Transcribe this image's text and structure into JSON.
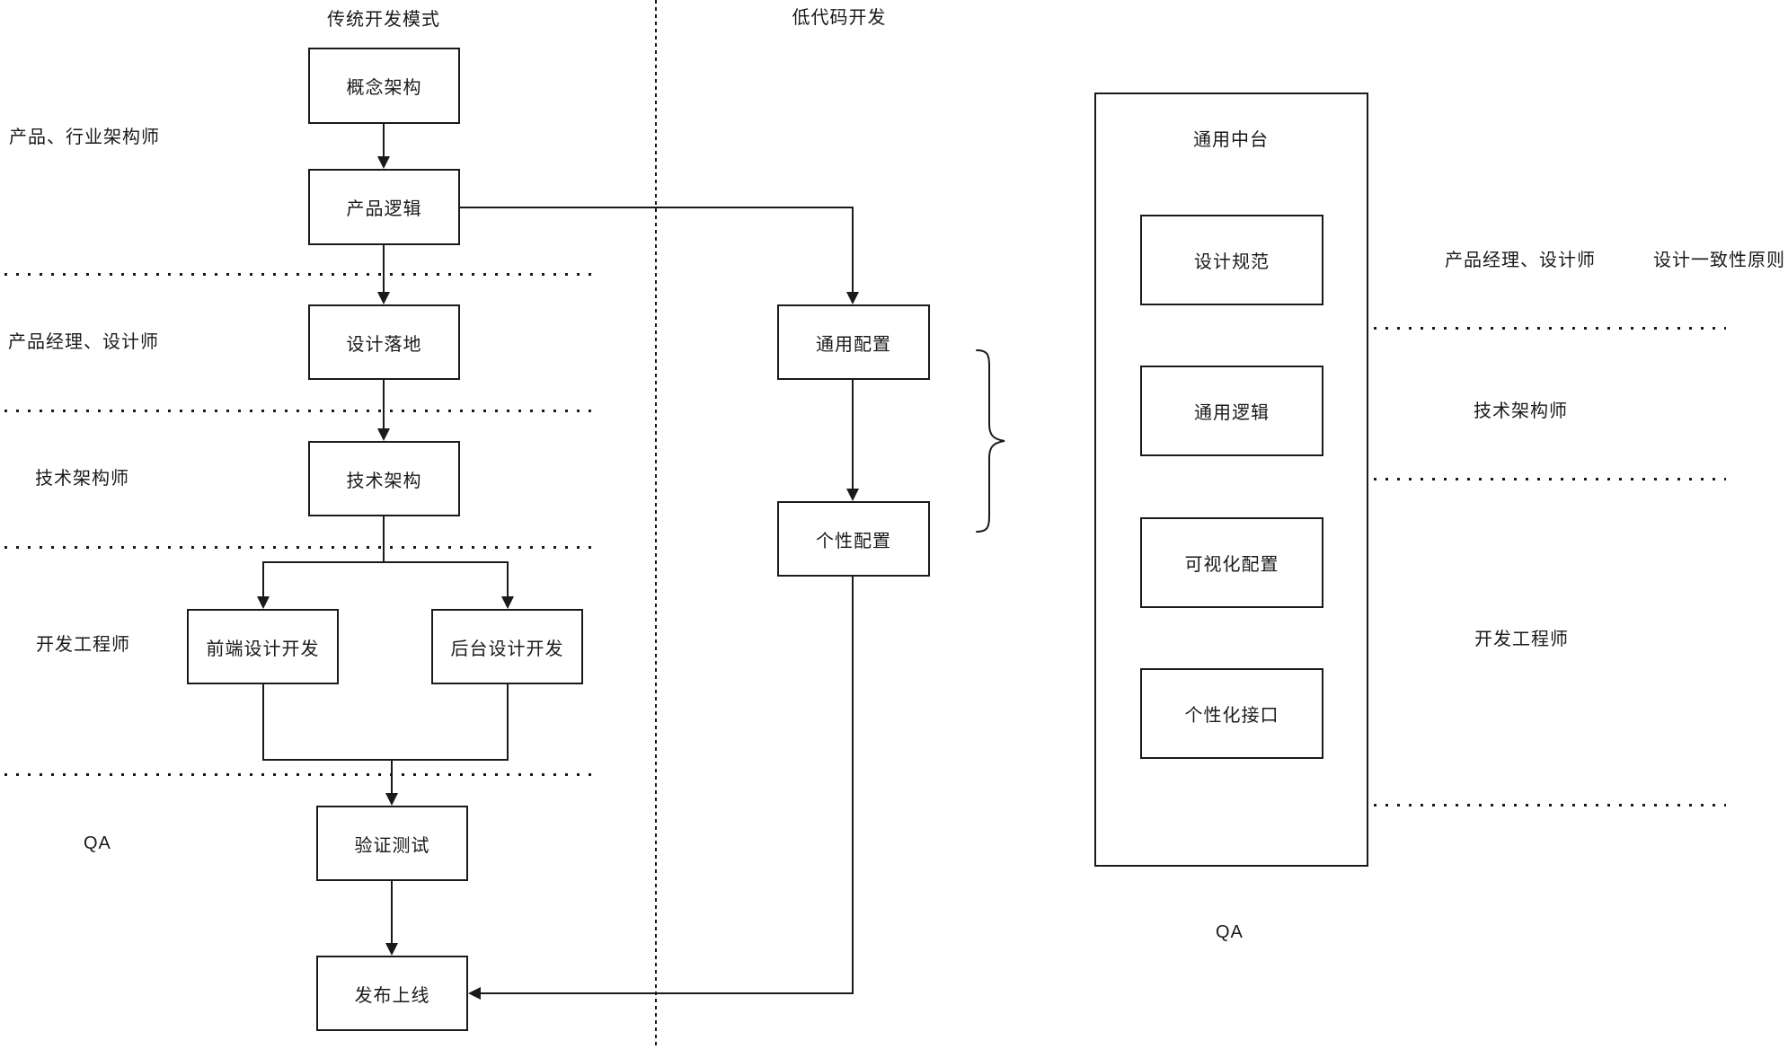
{
  "diagram": {
    "colors": {
      "line": "#1a1a1a",
      "background": "#ffffff",
      "box_fill": "#ffffff"
    },
    "left_column": {
      "title": "传统开发模式",
      "boxes": [
        "概念架构",
        "产品逻辑",
        "设计落地",
        "技术架构",
        "前端设计开发",
        "后台设计开发",
        "验证测试",
        "发布上线"
      ],
      "lane_labels": [
        "产品、行业架构师",
        "产品经理、设计师",
        "技术架构师",
        "开发工程师",
        "QA"
      ]
    },
    "middle_column": {
      "title": "低代码开发",
      "boxes": [
        "通用配置",
        "个性配置"
      ]
    },
    "right_panel": {
      "title": "通用中台",
      "boxes": [
        "设计规范",
        "通用逻辑",
        "可视化配置",
        "个性化接口"
      ],
      "lane_labels": [
        "产品经理、设计师",
        "设计一致性原则",
        "技术架构师",
        "开发工程师",
        "QA"
      ]
    }
  }
}
